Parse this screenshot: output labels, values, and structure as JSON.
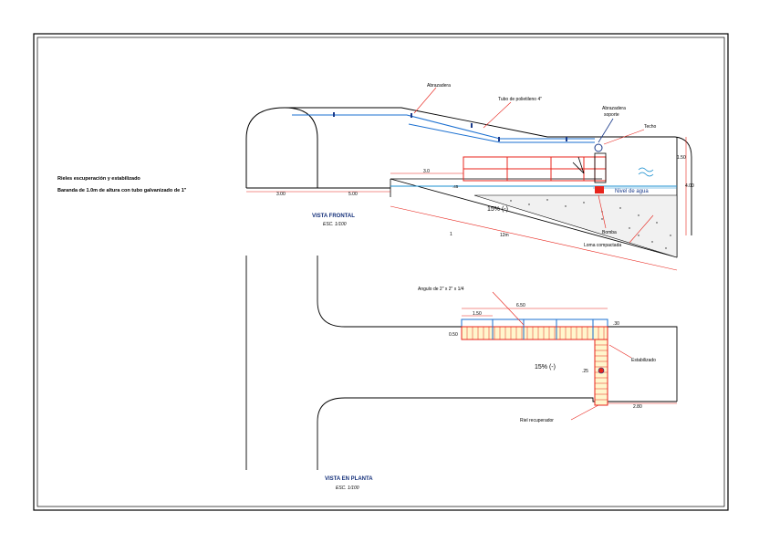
{
  "notes": {
    "line1": "Rieles escuperación y estabilizado",
    "line2": "Baranda de 1.0m de altura con tubo galvanizado de 1\""
  },
  "front_view": {
    "title": "VISTA FRONTAL",
    "scale": "ESC. 1/100",
    "labels": {
      "abrazadera_top": "Abrazadera",
      "tubo": "Tubo de polietileno 4\"",
      "abrazadera_soporte_1": "Abrazadera",
      "abrazadera_soporte_2": "soporte",
      "techo": "Techo",
      "nivel_agua": "Nivel de agua",
      "bomba": "Bomba",
      "loma": "Loma compactada",
      "slope": "15% (-)"
    },
    "dims": {
      "d300": "3.00",
      "d500": "5.00",
      "d30": "3.0",
      "d45": ".45",
      "d12m": "12m",
      "d150": "1.50",
      "d400": "4.00",
      "one": "1"
    }
  },
  "plan_view": {
    "title": "VISTA EN PLANTA",
    "scale": "ESC. 1/100",
    "labels": {
      "angulo": "Angulo de 2\" x 2\" x 1/4",
      "estabilizado": "Estabilizado",
      "riel": "Riel recuperador",
      "slope": "15% (-)"
    },
    "dims": {
      "d650": "6.50",
      "d150": "1.50",
      "d050": "0.50",
      "d30": ".30",
      "d25": ".25",
      "d280": "2.80"
    }
  }
}
